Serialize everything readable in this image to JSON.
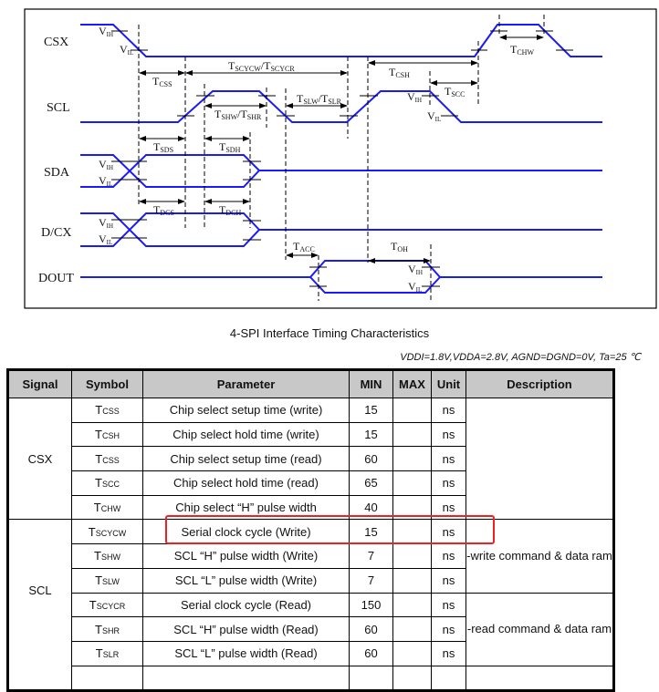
{
  "diagram": {
    "signals": [
      "CSX",
      "SCL",
      "SDA",
      "D/CX",
      "DOUT"
    ],
    "labels": {
      "vih": "V",
      "vih_sub": "IH",
      "vil": "V",
      "vil_sub": "IL",
      "tcss": "T",
      "tcss_sub": "CSS",
      "tscyc": "T",
      "tscyc_sub": "SCYCW",
      "tscyc_sep": "/T",
      "tscyc_sub2": "SCYCR",
      "tcsh": "T",
      "tcsh_sub": "CSH",
      "tchw": "T",
      "tchw_sub": "CHW",
      "tscc": "T",
      "tscc_sub": "SCC",
      "tshw": "T",
      "tshw_sub": "SHW",
      "tshw_sep": "/T",
      "tshw_sub2": "SHR",
      "tslw": "T",
      "tslw_sub": "SLW",
      "tslw_sep": "/T",
      "tslw_sub2": "SLR",
      "tsds": "T",
      "tsds_sub": "SDS",
      "tsdh": "T",
      "tsdh_sub": "SDH",
      "tdcs": "T",
      "tdcs_sub": "DCS",
      "tdch": "T",
      "tdch_sub": "DCH",
      "tacc": "T",
      "tacc_sub": "ACC",
      "toh": "T",
      "toh_sub": "OH"
    },
    "waveform_color": "#1a1aff"
  },
  "caption": "4-SPI Interface Timing Characteristics",
  "conditions": "VDDI=1.8V,VDDA=2.8V, AGND=DGND=0V, Ta=25  ℃",
  "table": {
    "headers": [
      "Signal",
      "Symbol",
      "Parameter",
      "MIN",
      "MAX",
      "Unit",
      "Description"
    ],
    "groups": [
      {
        "signal": "CSX",
        "description": ""
      },
      {
        "signal": "SCL",
        "description_write": "-write command & data ram",
        "description_read": "-read command & data ram"
      }
    ],
    "rows": [
      {
        "sym": "T",
        "sub": "CSS",
        "param": "Chip select setup time (write)",
        "min": "15",
        "max": "",
        "unit": "ns"
      },
      {
        "sym": "T",
        "sub": "CSH",
        "param": "Chip select hold time (write)",
        "min": "15",
        "max": "",
        "unit": "ns"
      },
      {
        "sym": "T",
        "sub": "CSS",
        "param": "Chip select setup time (read)",
        "min": "60",
        "max": "",
        "unit": "ns"
      },
      {
        "sym": "T",
        "sub": "SCC",
        "param": "Chip select hold time (read)",
        "min": "65",
        "max": "",
        "unit": "ns"
      },
      {
        "sym": "T",
        "sub": "CHW",
        "param": "Chip select “H” pulse width",
        "min": "40",
        "max": "",
        "unit": "ns"
      },
      {
        "sym": "T",
        "sub": "SCYCW",
        "param": "Serial clock cycle (Write)",
        "min": "15",
        "max": "",
        "unit": "ns"
      },
      {
        "sym": "T",
        "sub": "SHW",
        "param": "SCL “H” pulse width (Write)",
        "min": "7",
        "max": "",
        "unit": "ns"
      },
      {
        "sym": "T",
        "sub": "SLW",
        "param": "SCL “L” pulse width (Write)",
        "min": "7",
        "max": "",
        "unit": "ns"
      },
      {
        "sym": "T",
        "sub": "SCYCR",
        "param": "Serial clock cycle (Read)",
        "min": "150",
        "max": "",
        "unit": "ns"
      },
      {
        "sym": "T",
        "sub": "SHR",
        "param": "SCL “H” pulse width (Read)",
        "min": "60",
        "max": "",
        "unit": "ns"
      },
      {
        "sym": "T",
        "sub": "SLR",
        "param": "SCL “L” pulse width (Read)",
        "min": "60",
        "max": "",
        "unit": "ns"
      }
    ],
    "highlight_color": "#f02020"
  }
}
